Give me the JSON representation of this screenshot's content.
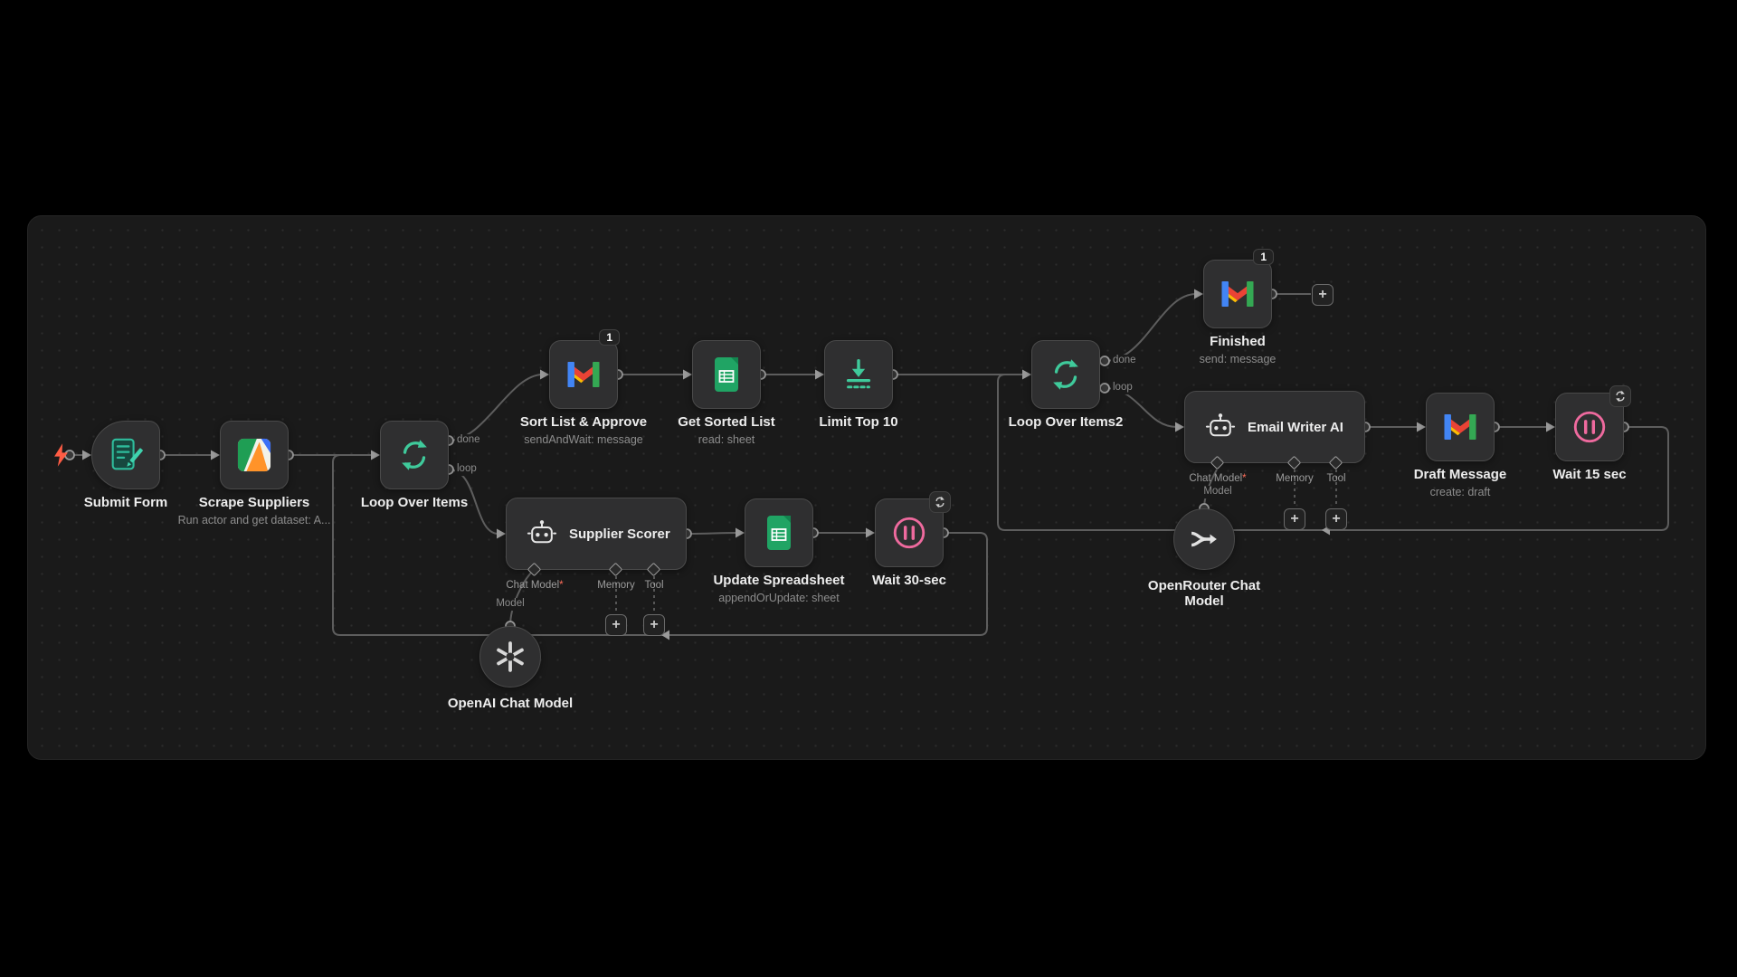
{
  "workflow": {
    "edge_label_done": "done",
    "edge_label_loop": "loop",
    "edge_label_model": "Model",
    "plus": "+",
    "badges": {
      "one": "1"
    },
    "ports": {
      "chat_model": "Chat Model",
      "required": "*",
      "memory": "Memory",
      "tool": "Tool"
    },
    "nodes": {
      "submit_form": {
        "label": "Submit Form"
      },
      "scrape_suppliers": {
        "label": "Scrape Suppliers",
        "subtitle": "Run actor and get dataset: A..."
      },
      "loop_over_items": {
        "label": "Loop Over Items"
      },
      "sort_list_approve": {
        "label": "Sort List & Approve",
        "subtitle": "sendAndWait: message"
      },
      "get_sorted_list": {
        "label": "Get Sorted List",
        "subtitle": "read: sheet"
      },
      "limit_top_10": {
        "label": "Limit Top 10"
      },
      "loop_over_items2": {
        "label": "Loop Over Items2"
      },
      "finished": {
        "label": "Finished",
        "subtitle": "send: message"
      },
      "email_writer_ai": {
        "label": "Email Writer AI"
      },
      "draft_message": {
        "label": "Draft Message",
        "subtitle": "create: draft"
      },
      "wait_15_sec": {
        "label": "Wait 15 sec"
      },
      "supplier_scorer": {
        "label": "Supplier Scorer"
      },
      "update_spreadsheet": {
        "label": "Update Spreadsheet",
        "subtitle": "appendOrUpdate: sheet"
      },
      "wait_30_sec": {
        "label": "Wait 30-sec"
      },
      "openai_chat_model": {
        "label": "OpenAI Chat Model"
      },
      "openrouter_chat_model": {
        "label": "OpenRouter Chat Model"
      }
    },
    "colors": {
      "canvas_bg": "#1a1a1a",
      "node_bg": "#2f2f30",
      "node_border": "#4a4a4a",
      "accent_teal": "#3fca9b",
      "accent_pink": "#ef6a9e",
      "trigger_bolt": "#ff5c44",
      "edge": "#5d5d5d",
      "required_red": "#ff6d5a"
    }
  }
}
